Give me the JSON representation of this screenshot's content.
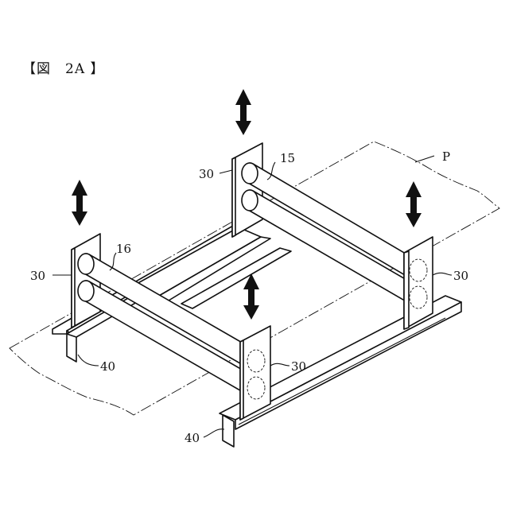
{
  "figure": {
    "title": "【図　2A 】",
    "labels": {
      "plane": "P",
      "upper_roller": "15",
      "lower_roller": "16",
      "plate_back_left": "30",
      "plate_front_left": "30",
      "plate_back_right": "30",
      "plate_front_right": "30",
      "rail_left": "40",
      "rail_front": "40"
    },
    "arrows": [
      "vertical-double-arrow",
      "vertical-double-arrow",
      "vertical-double-arrow",
      "vertical-double-arrow"
    ]
  }
}
